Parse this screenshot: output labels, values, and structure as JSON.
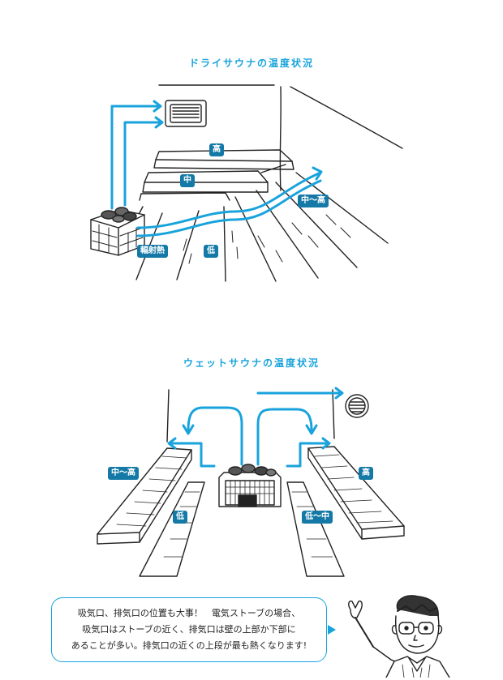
{
  "colors": {
    "accent": "#19a3dc",
    "tag_bg": "#1479a6",
    "ink": "#222222"
  },
  "dry": {
    "title": "ドライサウナの温度状況",
    "labels": {
      "high": "高",
      "mid": "中",
      "low": "低",
      "mid_high": "中～高",
      "radiant": "輻射熱"
    }
  },
  "wet": {
    "title": "ウェットサウナの温度状況",
    "labels": {
      "mid_high": "中～高",
      "high": "高",
      "low": "低",
      "low_mid": "低～中"
    }
  },
  "note": {
    "lines": [
      "吸気口、排気口の位置も大事！　電気ストーブの場合、",
      "吸気口はストーブの近く、排気口は壁の上部か下部に",
      "あることが多い。排気口の近くの上段が最も熱くなります!"
    ]
  }
}
